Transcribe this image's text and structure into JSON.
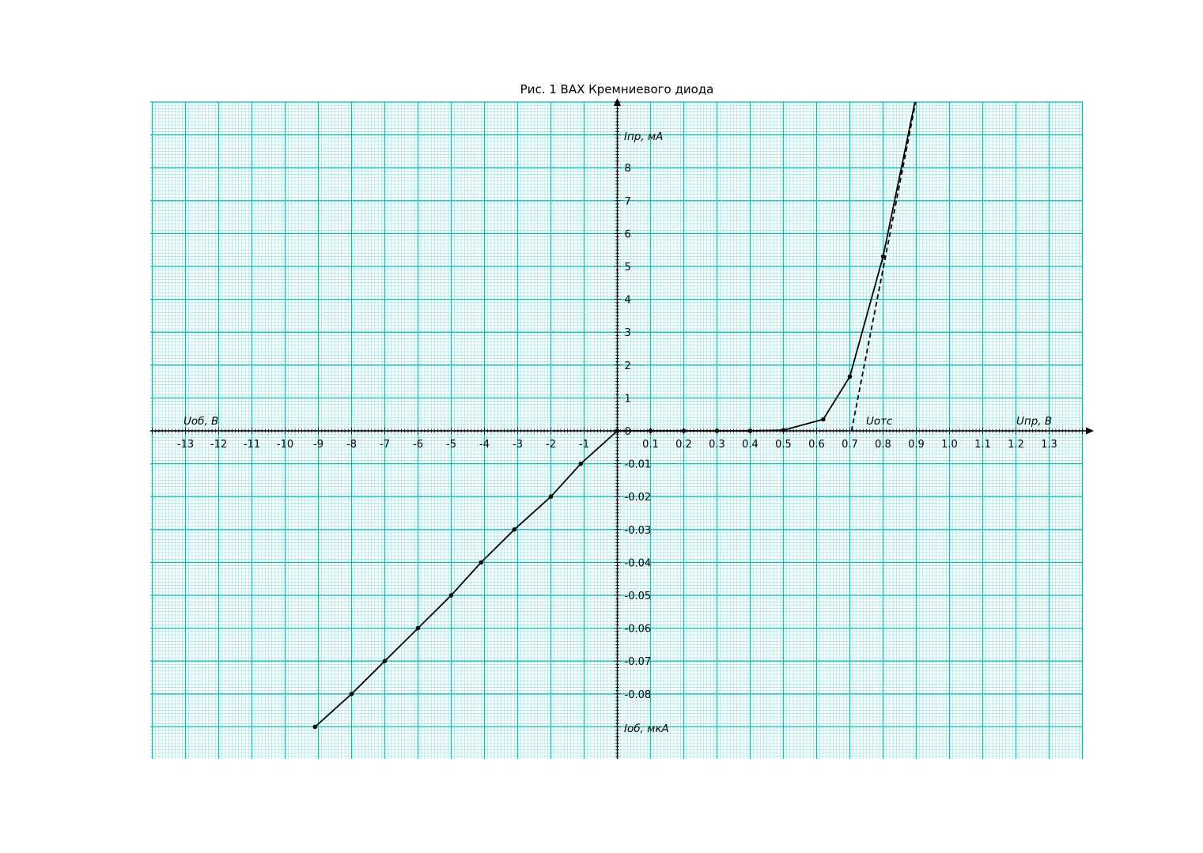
{
  "chart_data": {
    "type": "line",
    "title": "Рис. 1 ВАХ Кремниевого диода",
    "axis_labels": {
      "forward_current": "Iпр, мА",
      "forward_voltage": "Uпр, В",
      "reverse_voltage": "Uоб, В",
      "reverse_current": "Iоб, мкА",
      "cutoff_voltage": "Uотс"
    },
    "forward_x_ticks": [
      "0.1",
      "0.2",
      "0.3",
      "0.4",
      "0.5",
      "0.6",
      "0.7",
      "0.8",
      "0.9",
      "1.0",
      "1.1",
      "1.2",
      "1.3"
    ],
    "reverse_x_ticks": [
      "-13",
      "-12",
      "-11",
      "-10",
      "-9",
      "-8",
      "-7",
      "-6",
      "-5",
      "-4",
      "-3",
      "-2",
      "-1"
    ],
    "forward_y_ticks": [
      "0",
      "1",
      "2",
      "3",
      "4",
      "5",
      "6",
      "7",
      "8"
    ],
    "reverse_y_ticks": [
      "-0.01",
      "-0.02",
      "-0.03",
      "-0.04",
      "-0.05",
      "-0.06",
      "-0.07",
      "-0.08"
    ],
    "forward_xlim": [
      0,
      1.4
    ],
    "reverse_xlim": [
      -14,
      0
    ],
    "forward_ylim": [
      0,
      10
    ],
    "reverse_ylim": [
      -0.1,
      0
    ],
    "grid": true,
    "grid_color": "#00c0c0",
    "line_color": "#000000",
    "series": [
      {
        "branch": "forward",
        "x": [
          0,
          0.1,
          0.2,
          0.3,
          0.4,
          0.5,
          0.62,
          0.7,
          0.8,
          0.9
        ],
        "y": [
          0,
          0,
          0,
          0,
          0,
          0.02,
          0.35,
          1.65,
          5.3,
          10.2
        ]
      },
      {
        "branch": "reverse",
        "x": [
          0,
          -1.1,
          -2.0,
          -3.1,
          -4.1,
          -5.0,
          -6.0,
          -7.0,
          -8.0,
          -9.1
        ],
        "y": [
          0,
          -0.01,
          -0.02,
          -0.03,
          -0.04,
          -0.05,
          -0.06,
          -0.07,
          -0.08,
          -0.09
        ]
      }
    ],
    "tangent": {
      "x": [
        0.705,
        0.9
      ],
      "y": [
        0,
        10.1
      ]
    }
  }
}
